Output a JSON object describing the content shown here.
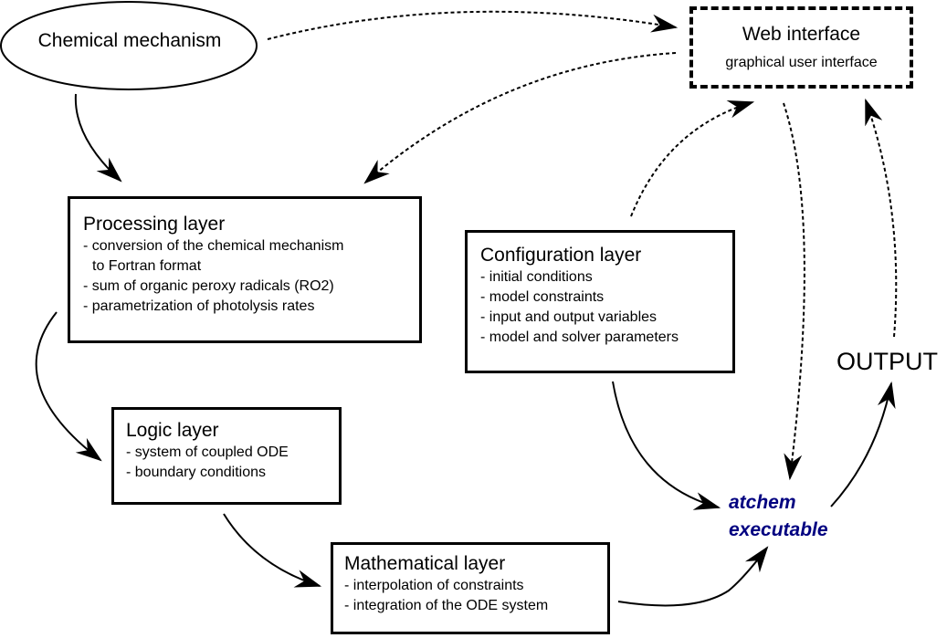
{
  "nodes": {
    "chemical_mechanism": {
      "label": "Chemical mechanism"
    },
    "web_interface": {
      "title": "Web interface",
      "subtitle": "graphical user interface"
    },
    "processing_layer": {
      "title": "Processing layer",
      "items": [
        "- conversion of the chemical mechanism",
        "to Fortran format",
        "- sum of organic peroxy radicals (RO2)",
        "- parametrization of photolysis rates"
      ]
    },
    "configuration_layer": {
      "title": "Configuration layer",
      "items": [
        "- initial conditions",
        "- model constraints",
        "- input and output variables",
        "- model and solver parameters"
      ]
    },
    "logic_layer": {
      "title": "Logic layer",
      "items": [
        "- system of coupled ODE",
        "- boundary conditions"
      ]
    },
    "mathematical_layer": {
      "title": "Mathematical layer",
      "items": [
        "- interpolation of constraints",
        "- integration of the ODE system"
      ]
    },
    "executable": {
      "line1": "atchem",
      "line2": "executable",
      "color": "#000080"
    },
    "output": {
      "label": "OUTPUT"
    }
  },
  "edges": [
    {
      "from": "chemical_mechanism",
      "to": "web_interface",
      "style": "dashed"
    },
    {
      "from": "chemical_mechanism",
      "to": "processing_layer",
      "style": "solid"
    },
    {
      "from": "web_interface",
      "to": "processing_layer",
      "style": "dashed"
    },
    {
      "from": "configuration_layer",
      "to": "web_interface",
      "style": "dashed"
    },
    {
      "from": "web_interface",
      "to": "executable",
      "style": "dashed"
    },
    {
      "from": "output",
      "to": "web_interface",
      "style": "dashed"
    },
    {
      "from": "processing_layer",
      "to": "logic_layer",
      "style": "solid"
    },
    {
      "from": "logic_layer",
      "to": "mathematical_layer",
      "style": "solid"
    },
    {
      "from": "mathematical_layer",
      "to": "executable",
      "style": "solid"
    },
    {
      "from": "configuration_layer",
      "to": "executable",
      "style": "solid"
    },
    {
      "from": "executable",
      "to": "output",
      "style": "solid"
    }
  ]
}
